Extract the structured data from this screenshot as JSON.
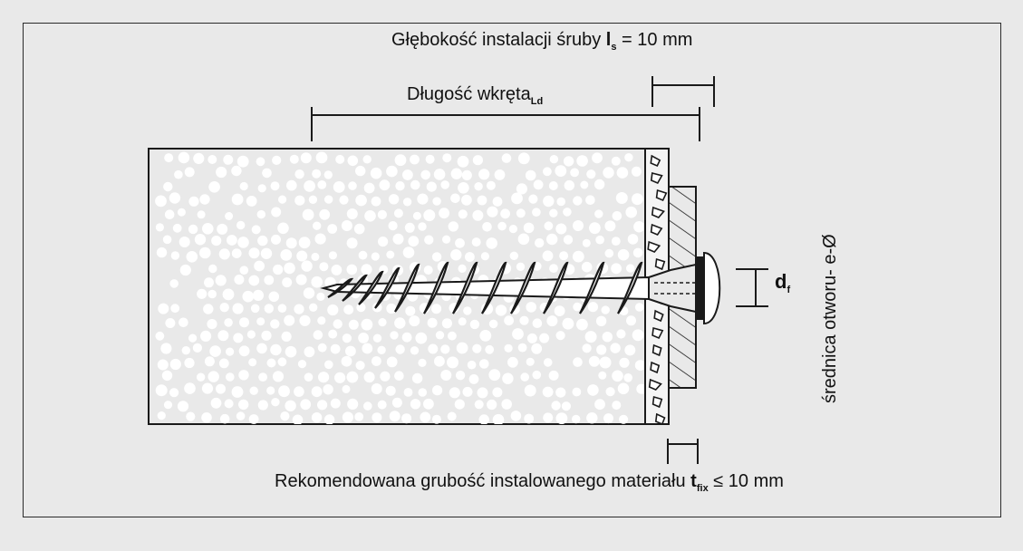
{
  "labels": {
    "depth_text": "Głębokość instalacji śruby ",
    "depth_symbol": "l",
    "depth_sub": "s",
    "depth_value": " = 10 mm",
    "screw_text": "Długość wkręta",
    "screw_sub": "Ld",
    "rec_text": "Rekomendowana grubość instalowanego materiału ",
    "rec_symbol": "t",
    "rec_sub": "fix",
    "rec_value": " ≤ 10 mm",
    "df_symbol": "d",
    "df_sub": "f",
    "hole_text": "średnica otworu- e-Ø"
  },
  "colors": {
    "background": "#e9e9e9",
    "ink": "#1a1a1a",
    "block_fill": "#e9e9e9",
    "dots": "#ffffff"
  }
}
